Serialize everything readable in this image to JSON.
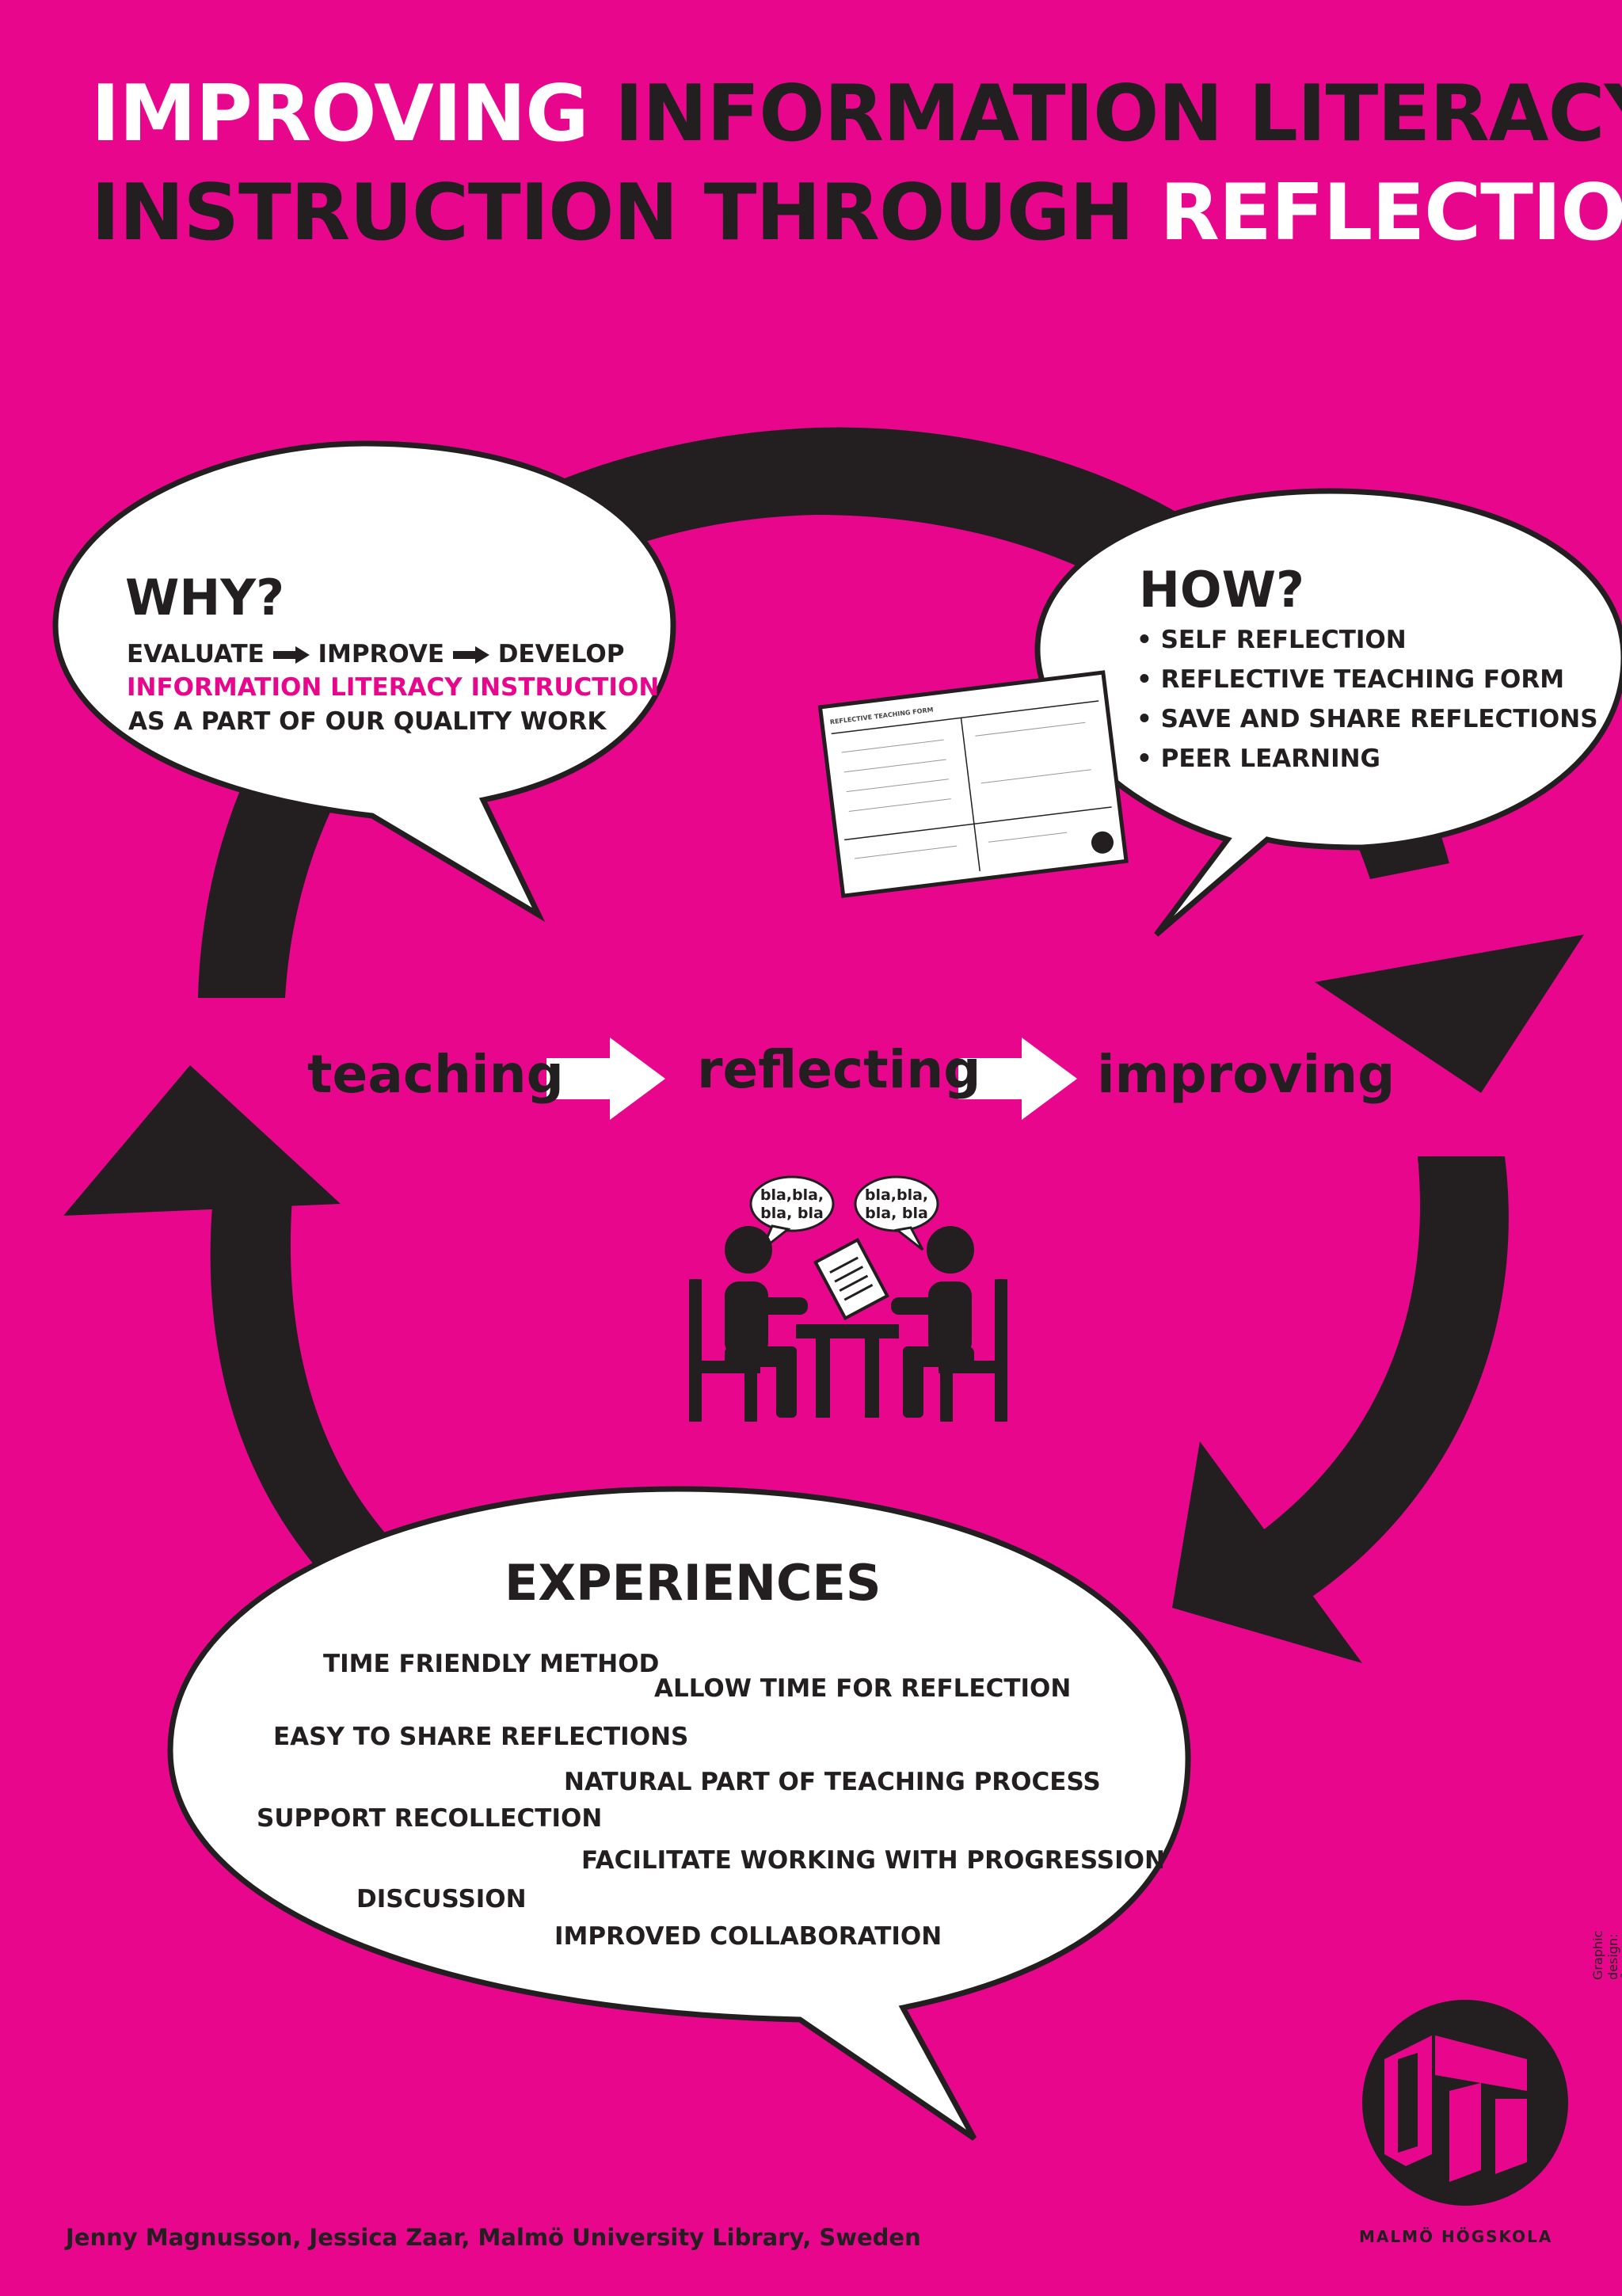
{
  "title": {
    "line1_part1": "IMPROVING",
    "line1_part2": "INFORMATION LITERACY",
    "line2_part1": "INSTRUCTION THROUGH",
    "line2_part2": "REFLECTION"
  },
  "why": {
    "heading": "WHY?",
    "step1": "EVALUATE",
    "step2": "IMPROVE",
    "step3": "DEVELOP",
    "highlight": "INFORMATION LITERACY INSTRUCTION",
    "line3": "AS A PART OF OUR QUALITY WORK"
  },
  "how": {
    "heading": "HOW?",
    "items": [
      "• SELF REFLECTION",
      "• REFLECTIVE TEACHING FORM",
      "• SAVE AND SHARE REFLECTIONS",
      "• PEER LEARNING"
    ]
  },
  "form": {
    "title": "REFLECTIVE TEACHING FORM"
  },
  "flow": {
    "step1": "teaching",
    "step2": "reflecting",
    "step3": "improving"
  },
  "talk": {
    "bubble1_line1": "bla,bla,",
    "bubble1_line2": "bla, bla",
    "bubble2_line1": "bla,bla,",
    "bubble2_line2": "bla, bla"
  },
  "experiences": {
    "heading": "EXPERIENCES",
    "items": [
      "TIME FRIENDLY METHOD",
      "ALLOW TIME FOR REFLECTION",
      "EASY TO SHARE REFLECTIONS",
      "NATURAL PART OF TEACHING PROCESS",
      "SUPPORT RECOLLECTION",
      "FACILITATE WORKING WITH PROGRESSION",
      "DISCUSSION",
      "IMPROVED COLLABORATION"
    ]
  },
  "footer": {
    "authors": "Jenny Magnusson, Jessica Zaar, Malmö University Library, Sweden",
    "logo_text": "MALMÖ HÖGSKOLA",
    "design_credit": "Graphic design: Åsa Tosting"
  },
  "colors": {
    "background": "#e8078c",
    "dark": "#231f20",
    "white": "#ffffff"
  }
}
